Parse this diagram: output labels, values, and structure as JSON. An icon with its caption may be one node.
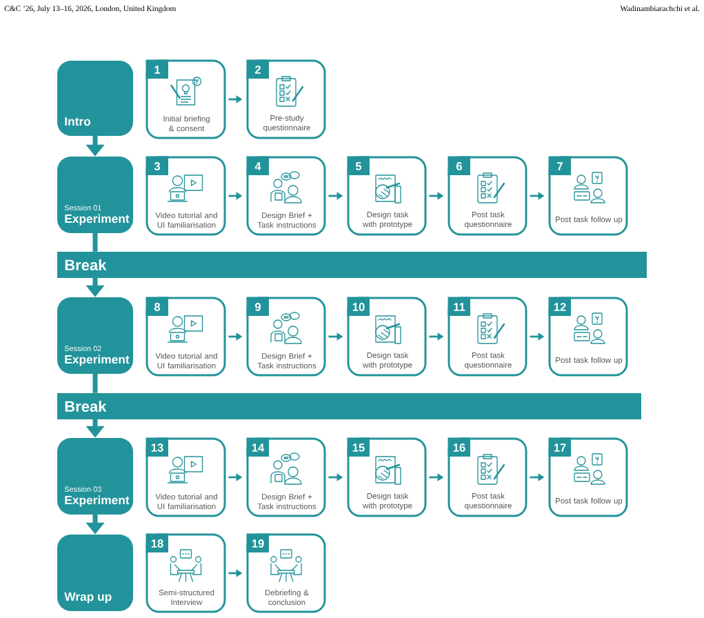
{
  "diagram": {
    "nodes": [
      {
        "text": [
          "Intro"
        ]
      },
      {
        "text": [
          "1",
          "Initial briefing & consent"
        ]
      },
      {
        "text": [
          "2",
          "Pre-study questionnaire"
        ]
      },
      {
        "text": [
          "Session 01",
          "Experiment"
        ]
      },
      {
        "text": [
          "3",
          "Video tutorial and UI familiarisation"
        ]
      },
      {
        "text": [
          "4",
          "Design Brief + Task instructions"
        ]
      },
      {
        "text": [
          "5",
          "Design task with prototype"
        ]
      },
      {
        "text": [
          "6",
          "Post task questionnaire"
        ]
      },
      {
        "text": [
          "7",
          "Post task follow up"
        ]
      },
      {
        "text": [
          "Break"
        ]
      },
      {
        "text": [
          "Session 02",
          "Experiment"
        ]
      },
      {
        "text": [
          "8",
          "Video tutorial and UI familiarisation"
        ]
      },
      {
        "text": [
          "9",
          "Design Brief + Task instructions"
        ]
      },
      {
        "text": [
          "10",
          "Design task with prototype"
        ]
      },
      {
        "text": [
          "11",
          "Post task questionnaire"
        ]
      },
      {
        "text": [
          "12",
          "Post task follow up"
        ]
      },
      {
        "text": [
          "Break"
        ]
      },
      {
        "text": [
          "Session 03",
          "Experiment"
        ]
      },
      {
        "text": [
          "13",
          "Video tutorial and UI familiarisation"
        ]
      },
      {
        "text": [
          "14",
          "Design Brief + Task instructions"
        ]
      },
      {
        "text": [
          "15",
          "Design task with prototype"
        ]
      },
      {
        "text": [
          "16",
          "Post task questionnaire"
        ]
      },
      {
        "text": [
          "17",
          "Post task follow up"
        ]
      },
      {
        "text": [
          "Wrap up"
        ]
      },
      {
        "text": [
          "18",
          "Semi-structured Interview"
        ]
      },
      {
        "text": [
          "19",
          "Debriefing & conclusion"
        ]
      }
    ],
    "edges": [
      {
        "from": 0,
        "to": 3,
        "arrow": "to",
        "style": "thick"
      },
      {
        "from": 1,
        "to": 2,
        "arrow": "to"
      },
      {
        "from": 3,
        "to": 9,
        "arrow": "none",
        "style": "thick"
      },
      {
        "from": 4,
        "to": 5,
        "arrow": "to"
      },
      {
        "from": 5,
        "to": 6,
        "arrow": "to"
      },
      {
        "from": 6,
        "to": 7,
        "arrow": "to"
      },
      {
        "from": 7,
        "to": 8,
        "arrow": "to"
      },
      {
        "from": 9,
        "to": 10,
        "arrow": "to",
        "style": "thick"
      },
      {
        "from": 11,
        "to": 12,
        "arrow": "to"
      },
      {
        "from": 12,
        "to": 13,
        "arrow": "to"
      },
      {
        "from": 13,
        "to": 14,
        "arrow": "to"
      },
      {
        "from": 14,
        "to": 15,
        "arrow": "to"
      },
      {
        "from": 10,
        "to": 16,
        "arrow": "none",
        "style": "thick"
      },
      {
        "from": 16,
        "to": 17,
        "arrow": "to",
        "style": "thick"
      },
      {
        "from": 18,
        "to": 19,
        "arrow": "to"
      },
      {
        "from": 19,
        "to": 20,
        "arrow": "to"
      },
      {
        "from": 20,
        "to": 21,
        "arrow": "to"
      },
      {
        "from": 21,
        "to": 22,
        "arrow": "to"
      },
      {
        "from": 17,
        "to": 23,
        "arrow": "to",
        "style": "thick"
      },
      {
        "from": 24,
        "to": 25,
        "arrow": "to"
      }
    ],
    "labels": [
      "C&C ’26, July 13–16, 2026, London, United Kingdom",
      "Wadinambiarachchi et al."
    ]
  }
}
